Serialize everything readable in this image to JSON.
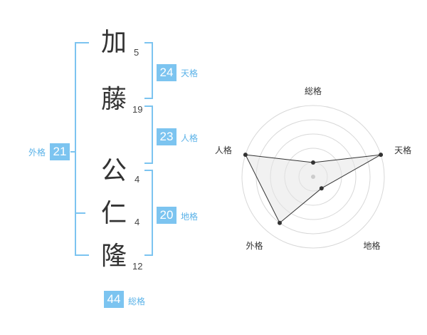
{
  "name_chars": [
    {
      "char": "加",
      "strokes": "5"
    },
    {
      "char": "藤",
      "strokes": "19"
    },
    {
      "char": "公",
      "strokes": "4"
    },
    {
      "char": "仁",
      "strokes": "4"
    },
    {
      "char": "隆",
      "strokes": "12"
    }
  ],
  "fortunes": {
    "tenkaku": {
      "value": "24",
      "label": "天格"
    },
    "jinkaku": {
      "value": "23",
      "label": "人格"
    },
    "chikaku": {
      "value": "20",
      "label": "地格"
    },
    "gaikaku": {
      "value": "21",
      "label": "外格"
    },
    "soukaku": {
      "value": "44",
      "label": "総格"
    }
  },
  "colors": {
    "accent": "#7cc4f0",
    "accent_text": "#5ab2e8",
    "radar_grid": "#d8d8d8",
    "radar_fill": "#e6e6e6",
    "radar_stroke": "#333333"
  },
  "chart_data": {
    "type": "radar",
    "axes": [
      "総格",
      "天格",
      "地格",
      "外格",
      "人格"
    ],
    "values": [
      1,
      5,
      1,
      4,
      5
    ],
    "range": [
      0,
      5
    ],
    "rings": 5
  }
}
